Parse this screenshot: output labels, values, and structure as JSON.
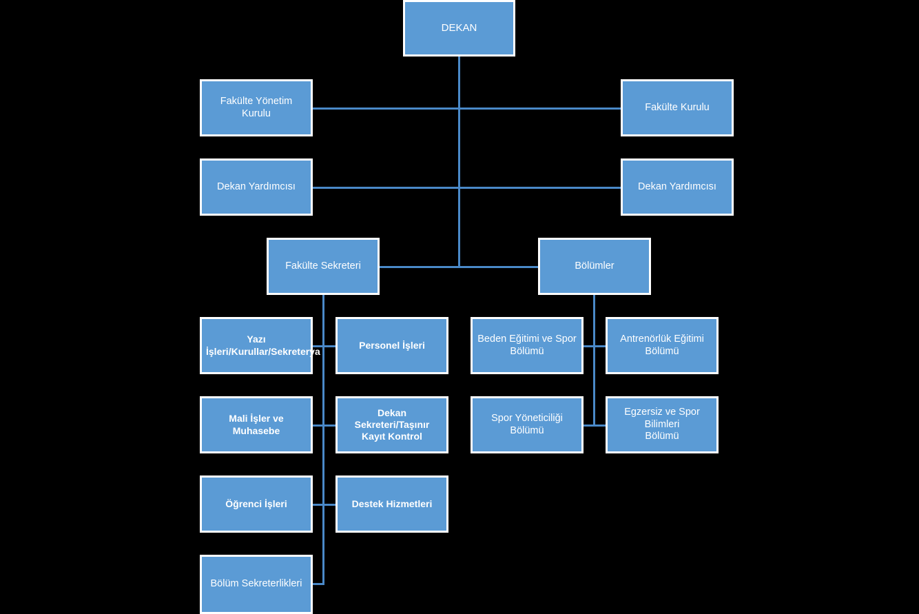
{
  "chart": {
    "title": "Faculty Organizational Chart",
    "type": "org-chart",
    "colors": {
      "node_fill": "#5B9BD5",
      "node_border": "#FFFFFF",
      "connector": "#4A89C8",
      "background": "#000000",
      "text": "#FFFFFF"
    }
  },
  "nodes": {
    "dekan": {
      "label": "DEKAN"
    },
    "fakulte_yonetim_kurulu": {
      "label": "Fakülte Yönetim Kurulu"
    },
    "fakulte_kurulu": {
      "label": "Fakülte Kurulu"
    },
    "dekan_yardimcisi_sol": {
      "label": "Dekan Yardımcısı"
    },
    "dekan_yardimcisi_sag": {
      "label": "Dekan Yardımcısı"
    },
    "fakulte_sekreteri": {
      "label": "Fakülte Sekreteri"
    },
    "bolumler": {
      "label": "Bölümler"
    },
    "yazi_isleri": {
      "label": "Yazı\nİşleri/Kurullar/Sekreterya"
    },
    "personel_isleri": {
      "label": "Personel İşleri"
    },
    "mali_isler": {
      "label": "Mali İşler ve Muhasebe"
    },
    "dekan_sekreteri": {
      "label": "Dekan Sekreteri/Taşınır\nKayıt Kontrol"
    },
    "ogrenci_isleri": {
      "label": "Öğrenci İşleri"
    },
    "destek_hizmetleri": {
      "label": "Destek Hizmetleri"
    },
    "bolum_sekreterlikleri": {
      "label": "Bölüm Sekreterlikleri"
    },
    "beden_egitimi": {
      "label": "Beden Eğitimi ve Spor\nBölümü"
    },
    "antrenorluk": {
      "label": "Antrenörlük Eğitimi\nBölümü"
    },
    "spor_yoneticiligi": {
      "label": "Spor Yöneticiliği Bölümü"
    },
    "egzersiz": {
      "label": "Egzersiz ve Spor Bilimleri\nBölümü"
    }
  }
}
